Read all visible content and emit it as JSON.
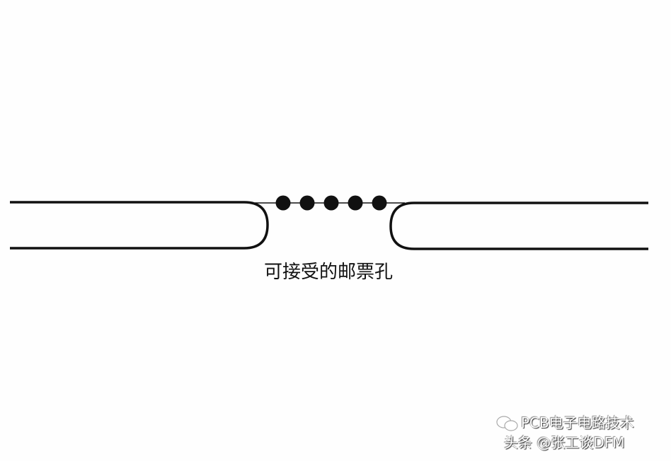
{
  "caption": "可接受的邮票孔",
  "watermarks": {
    "primary": "PCB电子电路技术",
    "secondary": "头条 @张工谈DFM",
    "icon": "wechat-icon"
  },
  "colors": {
    "line": "#111111",
    "background": "#fefefe"
  },
  "hole_count": 5
}
